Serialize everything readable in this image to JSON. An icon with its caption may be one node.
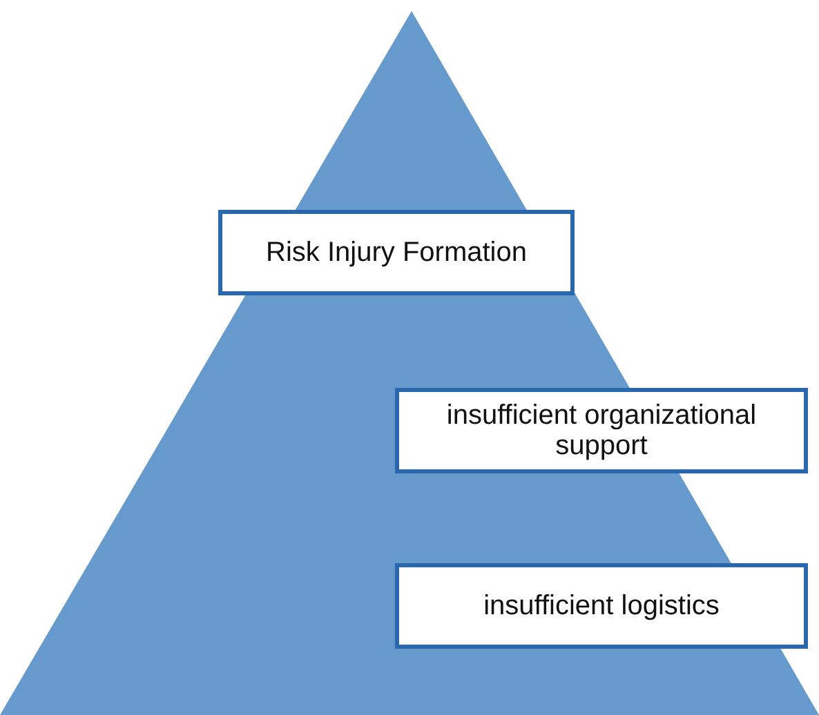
{
  "diagram": {
    "nodes": [
      {
        "text": [
          "Risk Injury Formation"
        ]
      },
      {
        "text": [
          "insufficient organizational support"
        ]
      },
      {
        "text": [
          "insufficient logistics"
        ]
      }
    ]
  }
}
